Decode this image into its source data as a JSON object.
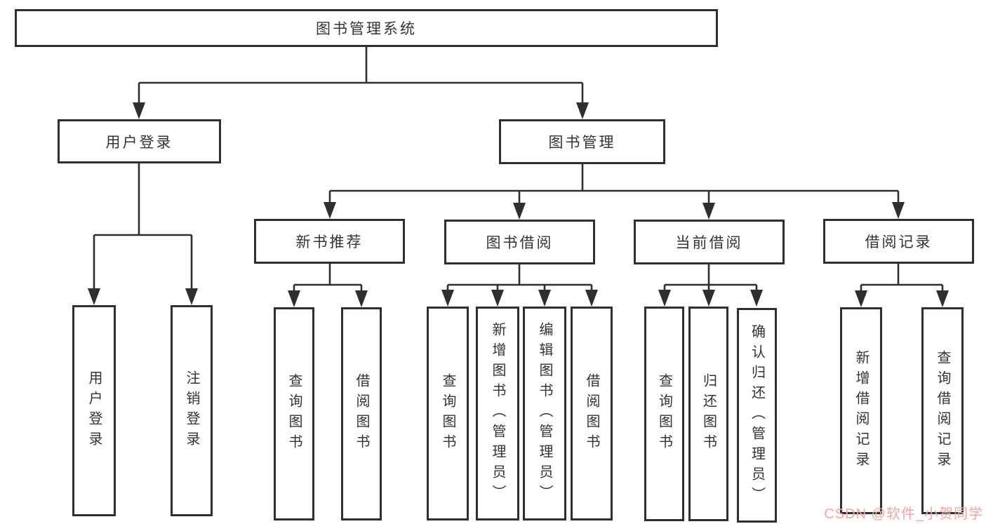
{
  "nodes": {
    "root": {
      "label": "图书管理系统"
    },
    "user_login_module": {
      "label": "用户登录"
    },
    "book_management_module": {
      "label": "图书管理"
    },
    "user_login_action": {
      "label": "用户登录"
    },
    "logout_action": {
      "label": "注销登录"
    },
    "new_book_recommendation": {
      "label": "新书推荐"
    },
    "book_borrowing": {
      "label": "图书借阅"
    },
    "current_borrowing": {
      "label": "当前借阅"
    },
    "borrowing_records": {
      "label": "借阅记录"
    },
    "nb_query_books": {
      "label": "查询图书"
    },
    "nb_borrow_books": {
      "label": "借阅图书"
    },
    "bb_query_books": {
      "label": "查询图书"
    },
    "bb_add_books_admin": {
      "label": "新增图书（管理员）"
    },
    "bb_edit_books_admin": {
      "label": "编辑图书（管理员）"
    },
    "bb_borrow_books": {
      "label": "借阅图书"
    },
    "cb_query_books": {
      "label": "查询图书"
    },
    "cb_return_books": {
      "label": "归还图书"
    },
    "cb_confirm_return_admin": {
      "label": "确认归还（管理员）"
    },
    "br_add_record": {
      "label": "新增借阅记录"
    },
    "br_query_record": {
      "label": "查询借阅记录"
    }
  },
  "watermark": {
    "text": "CSDN @软件_小贺同学",
    "color": "#f2a7a1"
  },
  "colors": {
    "line": "#2f2f2f",
    "text": "#333333",
    "background": "#ffffff"
  }
}
